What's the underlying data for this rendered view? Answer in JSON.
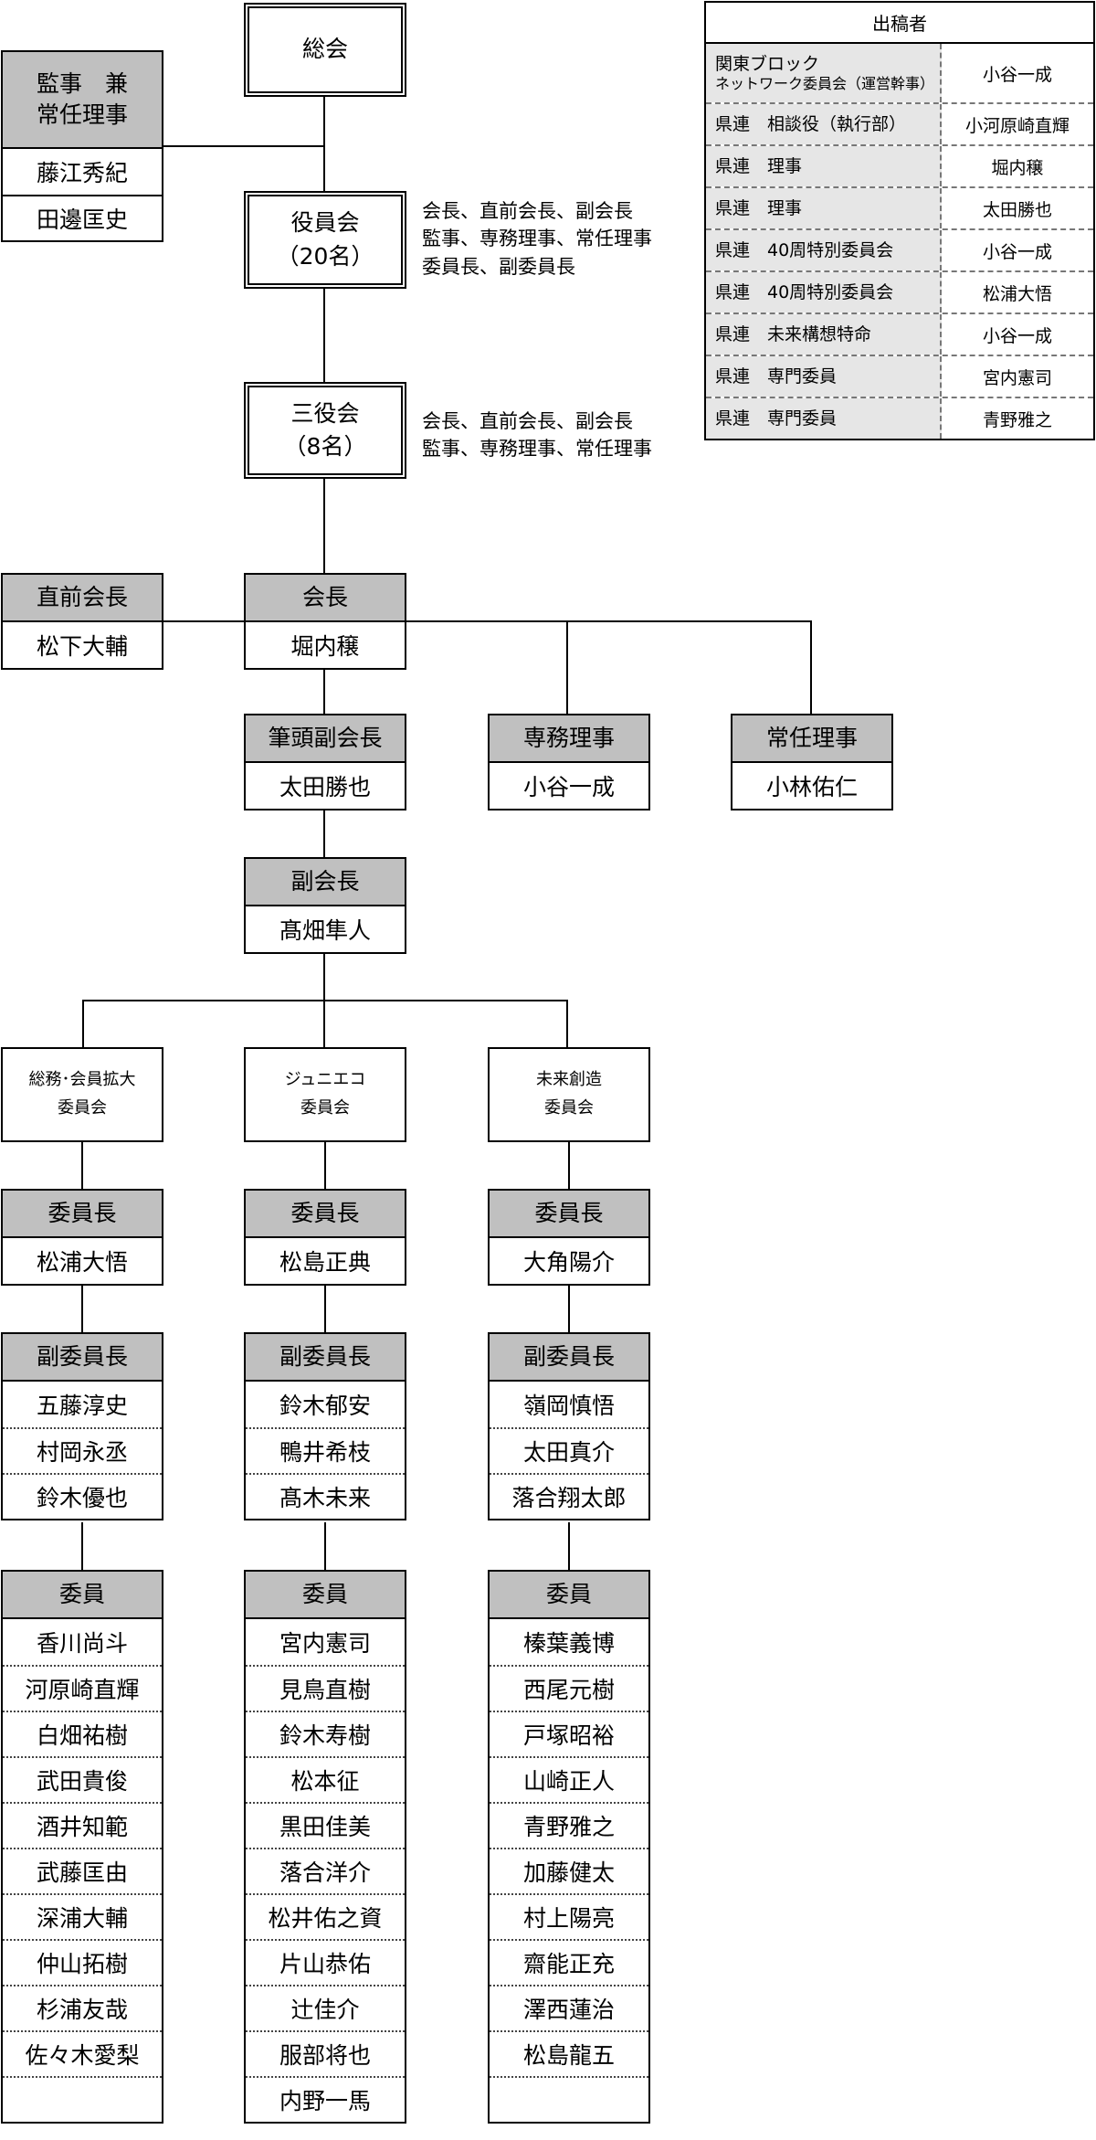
{
  "general_assembly": {
    "title": "総会"
  },
  "auditors": {
    "role_line1": "監事　兼",
    "role_line2": "常任理事",
    "names": [
      "藤江秀紀",
      "田邊匡史"
    ]
  },
  "board": {
    "title": "役員会",
    "count": "（20名）",
    "note": [
      "会長、直前会長、副会長",
      "監事、専務理事、常任理事",
      "委員長、副委員長"
    ]
  },
  "executive": {
    "title": "三役会",
    "count": "（8名）",
    "note": [
      "会長、直前会長、副会長",
      "監事、専務理事、常任理事"
    ]
  },
  "roles": {
    "past_president": {
      "role": "直前会長",
      "names": [
        "松下大輔"
      ]
    },
    "president": {
      "role": "会長",
      "names": [
        "堀内穣"
      ]
    },
    "senior_vp": {
      "role": "筆頭副会長",
      "names": [
        "太田勝也"
      ]
    },
    "exec_director": {
      "role": "専務理事",
      "names": [
        "小谷一成"
      ]
    },
    "standing_director": {
      "role": "常任理事",
      "names": [
        "小林佑仁"
      ]
    },
    "vice_president": {
      "role": "副会長",
      "names": [
        "髙畑隼人"
      ]
    }
  },
  "committees": [
    {
      "name_line1": "総務･会員拡大",
      "name_line2": "委員会",
      "chair_label": "委員長",
      "chair": [
        "松浦大悟"
      ],
      "vice_label": "副委員長",
      "vice": [
        "五藤淳史",
        "村岡永丞",
        "鈴木優也"
      ],
      "members_label": "委員",
      "members": [
        "香川尚斗",
        "河原崎直輝",
        "白畑祐樹",
        "武田貴俊",
        "酒井知範",
        "武藤匡由",
        "深浦大輔",
        "仲山拓樹",
        "杉浦友哉",
        "佐々木愛梨"
      ]
    },
    {
      "name_line1": "ジュニエコ",
      "name_line2": "委員会",
      "chair_label": "委員長",
      "chair": [
        "松島正典"
      ],
      "vice_label": "副委員長",
      "vice": [
        "鈴木郁安",
        "鴨井希枝",
        "髙木未来"
      ],
      "members_label": "委員",
      "members": [
        "宮内憲司",
        "見鳥直樹",
        "鈴木寿樹",
        "松本征",
        "黒田佳美",
        "落合洋介",
        "松井佑之資",
        "片山恭佑",
        "辻佳介",
        "服部将也",
        "内野一馬"
      ]
    },
    {
      "name_line1": "未来創造",
      "name_line2": "委員会",
      "chair_label": "委員長",
      "chair": [
        "大角陽介"
      ],
      "vice_label": "副委員長",
      "vice": [
        "嶺岡慎悟",
        "太田真介",
        "落合翔太郎"
      ],
      "members_label": "委員",
      "members": [
        "榛葉義博",
        "西尾元樹",
        "戸塚昭裕",
        "山崎正人",
        "青野雅之",
        "加藤健太",
        "村上陽亮",
        "齋能正充",
        "澤西蓮治",
        "松島龍五"
      ]
    }
  ],
  "contributors": {
    "header": "出稿者",
    "rows": [
      {
        "role_line1": "関東ブロック",
        "role_line2": "ネットワーク委員会（運営幹事）",
        "name": "小谷一成"
      },
      {
        "role": "県連　相談役（執行部）",
        "name": "小河原崎直輝"
      },
      {
        "role": "県連　理事",
        "name": "堀内穣"
      },
      {
        "role": "県連　理事",
        "name": "太田勝也"
      },
      {
        "role": "県連　40周特別委員会",
        "name": "小谷一成"
      },
      {
        "role": "県連　40周特別委員会",
        "name": "松浦大悟"
      },
      {
        "role": "県連　未来構想特命",
        "name": "小谷一成"
      },
      {
        "role": "県連　専門委員",
        "name": "宮内憲司"
      },
      {
        "role": "県連　専門委員",
        "name": "青野雅之"
      }
    ]
  }
}
